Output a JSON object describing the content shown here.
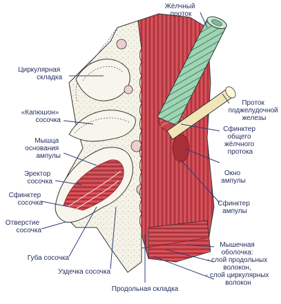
{
  "colors": {
    "muscle": "#c9434c",
    "muscle_dark": "#8e1f28",
    "muscle_light": "#e58a8d",
    "duct": "#9fd4b5",
    "duct_dark": "#3f7f5c",
    "pancreatic_duct": "#f1e5b8",
    "mucosa": "#f5f3e8",
    "outline": "#333333",
    "leader": "#2b3b7a",
    "label_text": "#1f2a5c"
  },
  "labels": {
    "bile_duct": [
      "Жёлчный",
      "проток"
    ],
    "circular_fold": [
      "Циркулярная",
      "складка"
    ],
    "hood_papilla": [
      "«Капюшон»",
      "сосочка"
    ],
    "ampulla_base_muscle": [
      "Мышца",
      "основания",
      "ампулы"
    ],
    "papilla_erector": [
      "Эректор",
      "сосочка"
    ],
    "papilla_sphincter": [
      "Сфинктер",
      "сосочка"
    ],
    "papilla_opening": [
      "Отверстие",
      "сосочка"
    ],
    "papilla_lip": "Губа сосочка",
    "papilla_frenulum": "Уздечка сосочка",
    "longitudinal_fold": "Продольная складка",
    "pancreatic_duct": [
      "Проток",
      "поджелудочной",
      "железы"
    ],
    "common_bile_sphincter": [
      "Сфинктер",
      "общего",
      "жёлчного",
      "протока"
    ],
    "ampulla_window": [
      "Окно",
      "ампулы"
    ],
    "ampulla_sphincter": [
      "Сфинктер",
      "ампулы"
    ],
    "muscular_coat": [
      "Мышечная",
      "оболочка:",
      "- слой продольных",
      "волокон,",
      "- слой циркулярных",
      "волокон"
    ]
  }
}
